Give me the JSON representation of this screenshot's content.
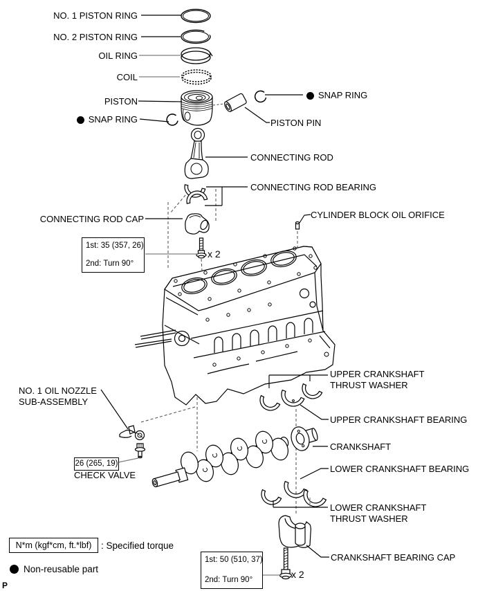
{
  "colors": {
    "ink": "#000000",
    "leader_gray": "#7f7f7f",
    "dash_gray": "#4a4a4a",
    "background": "#ffffff"
  },
  "labels": {
    "no1_piston_ring": "NO. 1 PISTON RING",
    "no2_piston_ring": "NO. 2 PISTON RING",
    "oil_ring": "OIL RING",
    "coil": "COIL",
    "piston": "PISTON",
    "snap_ring_left": "SNAP RING",
    "snap_ring_right": "SNAP RING",
    "piston_pin": "PISTON PIN",
    "connecting_rod": "CONNECTING ROD",
    "connecting_rod_bearing": "CONNECTING ROD BEARING",
    "connecting_rod_cap": "CONNECTING ROD CAP",
    "cylinder_block_oil_orifice": "CYLINDER BLOCK OIL ORIFICE",
    "oil_nozzle_1": "NO. 1 OIL NOZZLE",
    "oil_nozzle_2": "SUB-ASSEMBLY",
    "check_valve": "CHECK VALVE",
    "upper_thrust_1": "UPPER CRANKSHAFT",
    "upper_thrust_2": "THRUST WASHER",
    "upper_bearing": "UPPER CRANKSHAFT BEARING",
    "crankshaft": "CRANKSHAFT",
    "lower_bearing": "LOWER CRANKSHAFT BEARING",
    "lower_thrust_1": "LOWER CRANKSHAFT",
    "lower_thrust_2": "THRUST WASHER",
    "crankshaft_bearing_cap": "CRANKSHAFT BEARING CAP"
  },
  "torque_specs": {
    "rod_cap": {
      "first": "1st: 35 (357, 26)",
      "second": "2nd: Turn 90°",
      "qty": "x 2"
    },
    "check_valve": {
      "value": "26 (265, 19)"
    },
    "main_cap": {
      "first": "1st: 50 (510, 37)",
      "second": "2nd: Turn 90°",
      "qty": "x 2"
    }
  },
  "legend": {
    "torque_units": "N*m (kgf*cm, ft.*lbf)",
    "torque_desc": ": Specified torque",
    "non_reusable": "Non-reusable part"
  },
  "footer": {
    "mark": "P"
  }
}
